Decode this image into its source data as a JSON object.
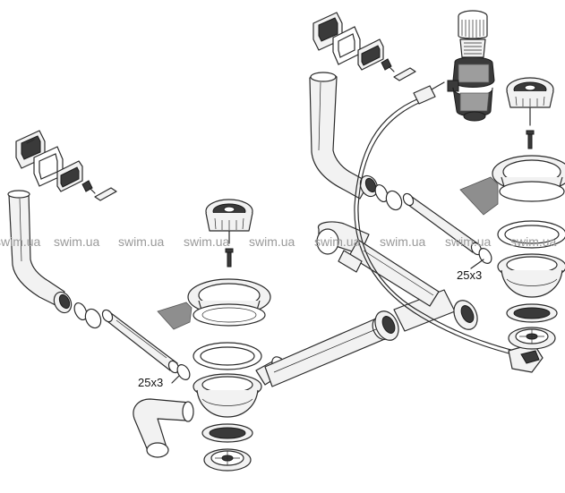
{
  "diagram": {
    "title": "Sink waste kit exploded view",
    "watermark_text": "swim.ua",
    "labels": {
      "o_ring_left": "25x3",
      "o_ring_right": "25x3"
    },
    "colors": {
      "line": "#2a2a2a",
      "part_fill": "#f2f2f2",
      "dark_part": "#3a3a3a",
      "watermark": "#9a9a9a"
    },
    "icons": [
      "strainer-basket-icon",
      "overflow-cover-icon",
      "drain-pipe-icon",
      "sink-outlet-icon",
      "screw-icon",
      "cable-icon"
    ]
  }
}
